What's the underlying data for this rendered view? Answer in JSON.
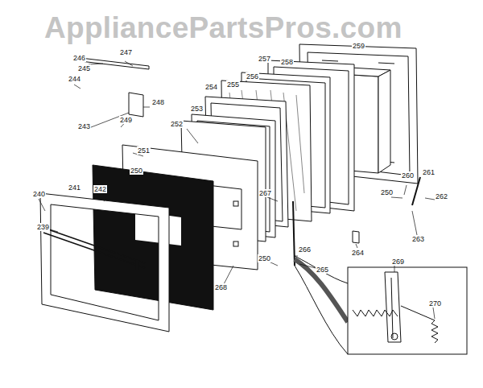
{
  "diagram": {
    "labels": [
      "AppliancePartsPros.com",
      "246",
      "247",
      "245",
      "244",
      "248",
      "243",
      "249",
      "259",
      "257",
      "258",
      "254",
      "255",
      "256",
      "253",
      "252",
      "251",
      "250",
      "241",
      "242",
      "240",
      "239",
      "267",
      "260",
      "261",
      "262",
      "250",
      "263",
      "264",
      "266",
      "250",
      "265",
      "268",
      "269",
      "270"
    ]
  }
}
